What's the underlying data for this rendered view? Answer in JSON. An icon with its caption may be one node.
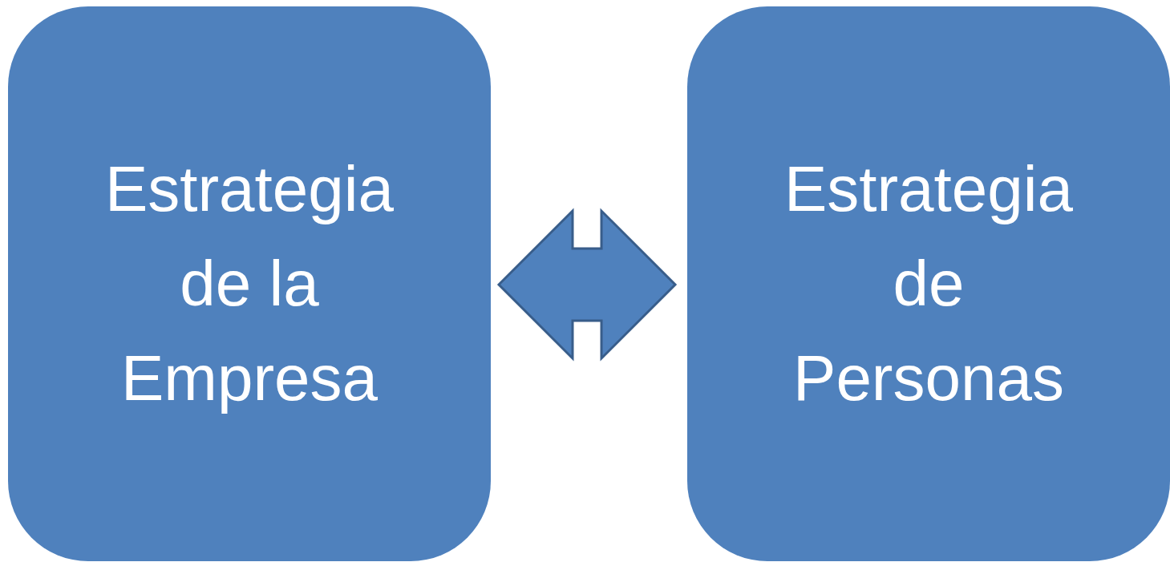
{
  "diagram": {
    "nodes": [
      {
        "text": [
          "Estrategia de la Empresa"
        ]
      },
      {
        "text": [
          "Estrategia de Personas"
        ]
      }
    ],
    "edges": [
      {
        "from": 0,
        "to": 1,
        "arrow": "both"
      }
    ]
  }
}
